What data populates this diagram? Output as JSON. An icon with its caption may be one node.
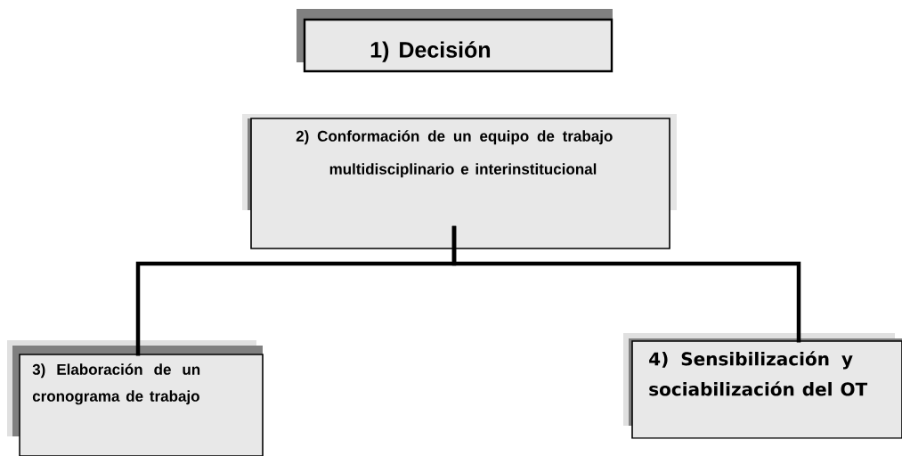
{
  "diagram": {
    "nodes": [
      {
        "text": [
          "1) Decisión"
        ]
      },
      {
        "text": [
          "2)  Conformación de un equipo de trabajo multidisciplinario e interinstitucional"
        ]
      },
      {
        "text": [
          "3) Elaboración de un cronograma de trabajo"
        ]
      },
      {
        "text": [
          "4) Sensibilización y sociabilización del OT"
        ]
      }
    ],
    "edges": [
      {
        "from": 1,
        "to": 2,
        "arrow": "none"
      },
      {
        "from": 1,
        "to": 3,
        "arrow": "none"
      }
    ]
  }
}
